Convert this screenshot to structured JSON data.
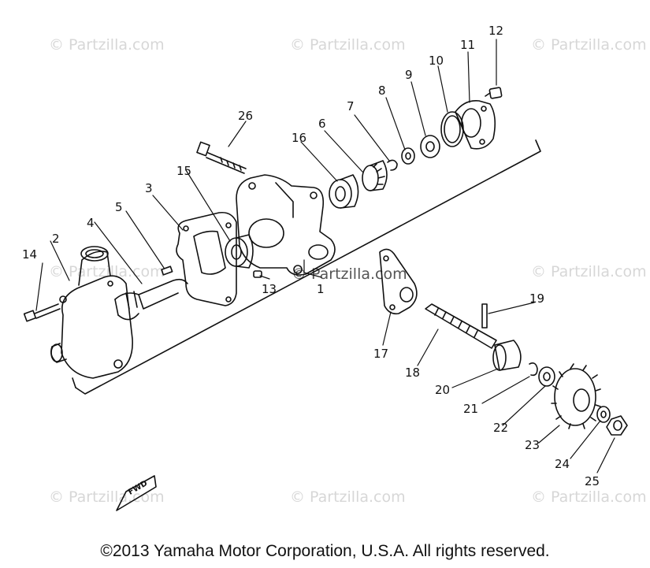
{
  "watermarks": [
    "© Partzilla.com",
    "© Partzilla.com",
    "© Partzilla.com",
    "© Partzilla.com",
    "© Partzilla.com",
    "© Partzilla.com",
    "© Partzilla.com",
    "© Partzilla.com"
  ],
  "center_watermark": "© Partzilla.com",
  "fwd_label": "FWD",
  "copyright": "©2013  Yamaha Motor Corporation, U.S.A. All rights reserved.",
  "callouts": [
    "1",
    "2",
    "3",
    "4",
    "5",
    "6",
    "7",
    "8",
    "9",
    "10",
    "11",
    "12",
    "13",
    "14",
    "15",
    "16",
    "17",
    "18",
    "19",
    "20",
    "21",
    "22",
    "23",
    "24",
    "25",
    "26"
  ]
}
